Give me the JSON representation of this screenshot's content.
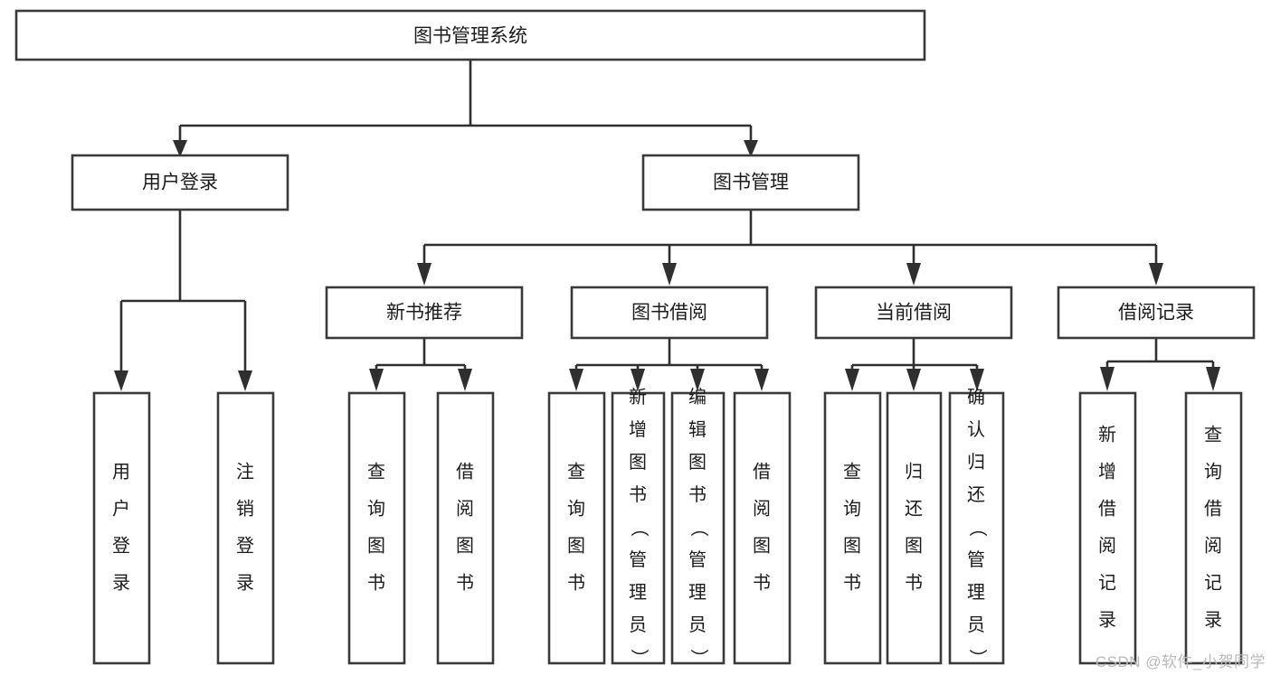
{
  "diagram": {
    "title": "图书管理系统",
    "type": "tree-hierarchy",
    "watermark": "CSDN @软件_小贺同学",
    "colors": {
      "background": "#ffffff",
      "box_fill": "#ffffff",
      "box_stroke": "#3a3a3a",
      "connector": "#2f2f2f",
      "text": "#1c1c1c",
      "watermark": "#b9b9b9"
    },
    "nodes": {
      "root": {
        "label": "图书管理系统",
        "level": 0,
        "orientation": "horizontal"
      },
      "l1": [
        {
          "id": "user-login",
          "label": "用户登录",
          "orientation": "horizontal"
        },
        {
          "id": "book-management",
          "label": "图书管理",
          "orientation": "horizontal"
        }
      ],
      "l2": [
        {
          "id": "new-book-recommend",
          "label": "新书推荐",
          "orientation": "horizontal"
        },
        {
          "id": "book-borrow",
          "label": "图书借阅",
          "orientation": "horizontal"
        },
        {
          "id": "current-borrow",
          "label": "当前借阅",
          "orientation": "horizontal"
        },
        {
          "id": "borrow-record",
          "label": "借阅记录",
          "orientation": "horizontal"
        }
      ],
      "leaves": {
        "user-login": [
          {
            "id": "leaf-user-login",
            "label": "用户登录",
            "orientation": "vertical"
          },
          {
            "id": "leaf-logout-login",
            "label": "注销登录",
            "orientation": "vertical"
          }
        ],
        "new-book-recommend": [
          {
            "id": "leaf-query-book-1",
            "label": "查询图书",
            "orientation": "vertical"
          },
          {
            "id": "leaf-borrow-book-1",
            "label": "借阅图书",
            "orientation": "vertical"
          }
        ],
        "book-borrow": [
          {
            "id": "leaf-query-book-2",
            "label": "查询图书",
            "orientation": "vertical"
          },
          {
            "id": "leaf-add-book",
            "label": "新增图书（管理员）",
            "orientation": "vertical"
          },
          {
            "id": "leaf-edit-book",
            "label": "编辑图书（管理员）",
            "orientation": "vertical"
          },
          {
            "id": "leaf-borrow-book-2",
            "label": "借阅图书",
            "orientation": "vertical"
          }
        ],
        "current-borrow": [
          {
            "id": "leaf-query-book-3",
            "label": "查询图书",
            "orientation": "vertical"
          },
          {
            "id": "leaf-return-book",
            "label": "归还图书",
            "orientation": "vertical"
          },
          {
            "id": "leaf-confirm-return",
            "label": "确认归还（管理员）",
            "orientation": "vertical"
          }
        ],
        "borrow-record": [
          {
            "id": "leaf-add-record",
            "label": "新增借阅记录",
            "orientation": "vertical"
          },
          {
            "id": "leaf-query-record",
            "label": "查询借阅记录",
            "orientation": "vertical"
          }
        ]
      }
    }
  }
}
